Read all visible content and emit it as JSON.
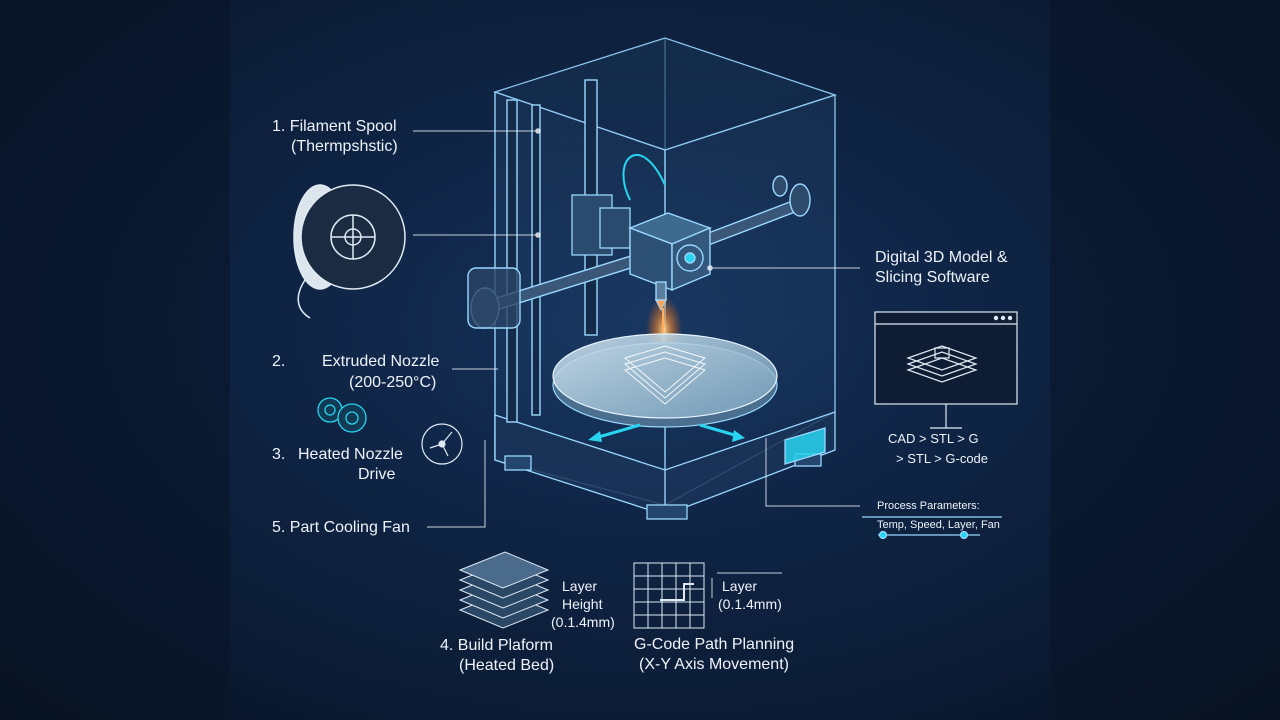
{
  "labels": {
    "filament_spool": {
      "line1": "1. Filament Spool",
      "line2": "(Thermpshstic)"
    },
    "extruded_nozzle": {
      "num": "2.",
      "line1": "Extruded Nozzle",
      "line2": "(200-250°C)"
    },
    "heated_nozzle_drive": {
      "num": "3.",
      "line1": "Heated Nozzle",
      "line2": "Drive"
    },
    "part_cooling_fan": {
      "line1": "5. Part Cooling Fan"
    },
    "build_platform": {
      "line1": "4. Build Plaform",
      "line2": "(Heated Bed)"
    },
    "layer_height": {
      "line1": "Layer",
      "line2": "Height",
      "line3": "(0.1.4mm)"
    },
    "gcode_path": {
      "line1": "G-Code Path Planning",
      "line2": "(X-Y Axis Movement)"
    },
    "layer_right": {
      "line1": "Layer",
      "line2": "(0.1.4mm)"
    },
    "digital_model": {
      "line1": "Digital 3D Model &",
      "line2": "Slicing Software"
    },
    "cad_flow": {
      "line1": "CAD > STL > G",
      "line2": "> STL > G-code"
    },
    "process_params": {
      "line1": "Process Parameters:",
      "line2": "Temp, Speed, Layer, Fan"
    }
  },
  "icons": {
    "spool": "filament-spool-icon",
    "gears": "gears-icon",
    "fan": "fan-icon",
    "layers": "layer-stack-icon",
    "grid": "toolpath-grid-icon",
    "window": "software-window-icon",
    "slider": "parameter-slider-icon"
  },
  "colors": {
    "line": "#9ad8ff",
    "cyan": "#28d4f0",
    "nozzle_glow": "#ff9a3c",
    "text": "#eef3f9"
  }
}
